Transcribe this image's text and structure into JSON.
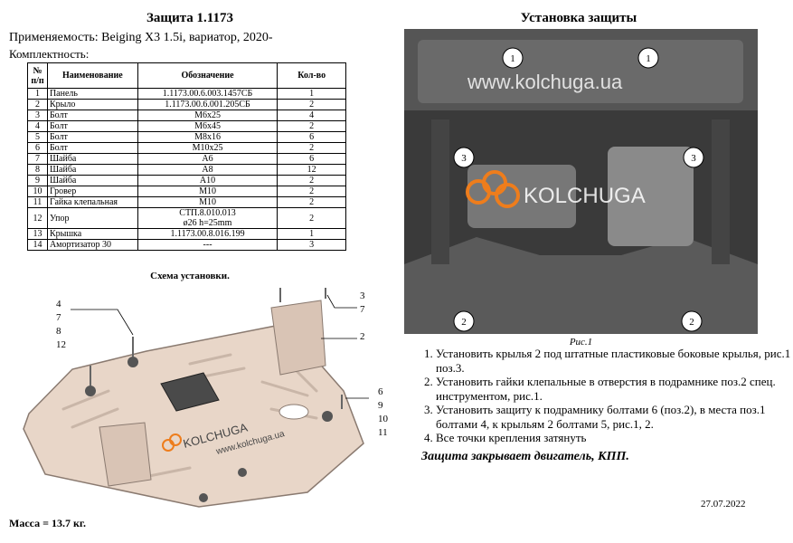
{
  "header": {
    "title": "Защита 1.1173",
    "applicability_label": "Применяемость:",
    "applicability_value": "Beiging X3 1.5i, вариатор, 2020-",
    "components_label": "Комплектность:"
  },
  "table": {
    "headers": [
      "№ п/п",
      "Наименование",
      "Обозначение",
      "Кол-во"
    ],
    "rows": [
      {
        "n": "1",
        "name": "Панель",
        "code": "1.1173.00.6.003.1457СБ",
        "qty": "1"
      },
      {
        "n": "2",
        "name": "Крыло",
        "code": "1.1173.00.6.001.205СБ",
        "qty": "2"
      },
      {
        "n": "3",
        "name": "Болт",
        "code": "М6х25",
        "qty": "4"
      },
      {
        "n": "4",
        "name": "Болт",
        "code": "М6х45",
        "qty": "2"
      },
      {
        "n": "5",
        "name": "Болт",
        "code": "М8х16",
        "qty": "6"
      },
      {
        "n": "6",
        "name": "Болт",
        "code": "М10х25",
        "qty": "2"
      },
      {
        "n": "7",
        "name": "Шайба",
        "code": "А6",
        "qty": "6"
      },
      {
        "n": "8",
        "name": "Шайба",
        "code": "А8",
        "qty": "12"
      },
      {
        "n": "9",
        "name": "Шайба",
        "code": "А10",
        "qty": "2"
      },
      {
        "n": "10",
        "name": "Гровер",
        "code": "М10",
        "qty": "2"
      },
      {
        "n": "11",
        "name": "Гайка клепальная",
        "code": "М10",
        "qty": "2"
      },
      {
        "n": "12",
        "name": "Упор",
        "code": "СТП.8.010.013",
        "code2": "ø26 h=25mm",
        "qty": "2"
      },
      {
        "n": "13",
        "name": "Крышка",
        "code": "1.1173.00.8.016.199",
        "qty": "1"
      },
      {
        "n": "14",
        "name": "Амортизатор 30",
        "code": "---",
        "qty": "3"
      }
    ]
  },
  "scheme": {
    "caption": "Схема установки.",
    "labels_left": [
      "4",
      "7",
      "8",
      "12"
    ],
    "labels_top_right": [
      "3",
      "7"
    ],
    "label_wing": "2",
    "labels_right": [
      "6",
      "9",
      "10",
      "11"
    ],
    "plate_brand": "KOLCHUGA",
    "plate_site": "www.kolchuga.ua"
  },
  "mass": "Масса = 13.7 кг.",
  "install": {
    "title": "Установка защиты",
    "photo_site": "www.kolchuga.ua",
    "photo_brand": "KOLCHUGA",
    "callouts": [
      "1",
      "1",
      "3",
      "3",
      "2",
      "2"
    ],
    "fig_caption": "Рис.1",
    "steps": [
      "Установить крылья 2 под штатные пластиковые боковые крылья, рис.1 поз.3.",
      "Установить гайки клепальные в отверстия в подрамнике поз.2 спец. инструментом, рис.1.",
      "Установить защиту к подрамнику болтами 6 (поз.2), в места поз.1 болтами 4, к крыльям 2 болтами 5, рис.1, 2.",
      "Все точки крепления затянуть"
    ],
    "covers_note": "Защита закрывает двигатель, КПП."
  },
  "date": "27.07.2022",
  "colors": {
    "brand_orange": "#ee7d1c",
    "plate": "#e8d6c8",
    "photo_dark": "#2e2e2e"
  }
}
